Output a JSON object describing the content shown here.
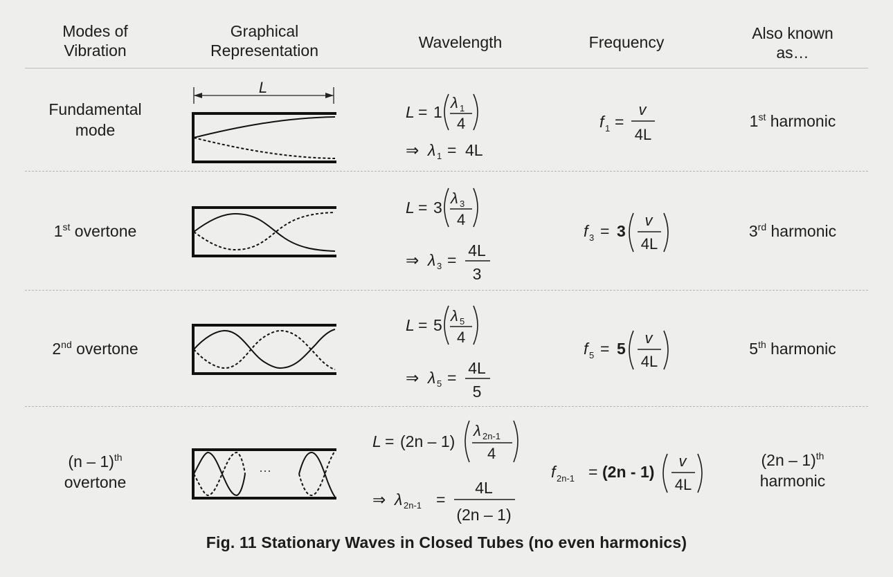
{
  "headers": {
    "modes": [
      "Modes of",
      "Vibration"
    ],
    "graphical": [
      "Graphical",
      "Representation"
    ],
    "wavelength": "Wavelength",
    "frequency": "Frequency",
    "aka": [
      "Also known",
      "as…"
    ]
  },
  "length_label": "L",
  "ellipsis": "···",
  "rows": [
    {
      "mode": [
        "Fundamental",
        "mode"
      ],
      "harmonic_base": "1",
      "harmonic_sup": "st",
      "harmonic_tail": " harmonic",
      "wl_coef": "1",
      "wl_sub": "1",
      "lam_sub": "1",
      "lam_rhs": "4L",
      "freq_sub": "1",
      "freq_coef": ""
    },
    {
      "mode_base": "1",
      "mode_sup": "st",
      "mode_tail": " overtone",
      "harmonic_base": "3",
      "harmonic_sup": "rd",
      "harmonic_tail": " harmonic",
      "wl_coef": "3",
      "wl_sub": "3",
      "lam_sub": "3",
      "lam_num": "4L",
      "lam_den": "3",
      "freq_sub": "3",
      "freq_coef": "3"
    },
    {
      "mode_base": "2",
      "mode_sup": "nd",
      "mode_tail": " overtone",
      "harmonic_base": "5",
      "harmonic_sup": "th",
      "harmonic_tail": " harmonic",
      "wl_coef": "5",
      "wl_sub": "5",
      "lam_sub": "5",
      "lam_num": "4L",
      "lam_den": "5",
      "freq_sub": "5",
      "freq_coef": "5"
    },
    {
      "mode_base": "(n – 1)",
      "mode_sup": "th",
      "mode_line2": "overtone",
      "harmonic_base": "(2n – 1)",
      "harmonic_sup": "th",
      "harmonic_line2": "harmonic",
      "wl_coef": "(2n – 1)",
      "wl_sub": "2n-1",
      "lam_sub": "2n-1",
      "lam_num": "4L",
      "lam_den": "(2n – 1)",
      "freq_sub": "2n-1",
      "freq_coef": "(2n - 1)"
    }
  ],
  "math": {
    "L": "L",
    "eq": "=",
    "implies": "⇒",
    "lambda": "λ",
    "four": "4",
    "f": "f",
    "v": "v",
    "fourL": "4L"
  },
  "caption": "Fig. 11 Stationary Waves in Closed Tubes (no even harmonics)"
}
